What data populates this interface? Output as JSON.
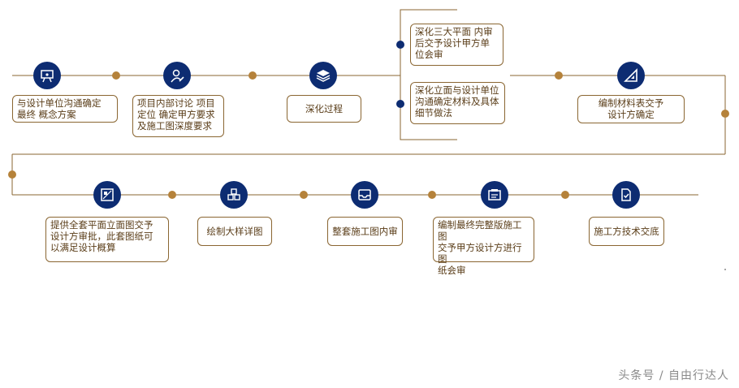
{
  "steps": [
    {
      "id": 1,
      "label": "与设计单位沟通确定\n最终  概念方案",
      "icon": "presentation-board-icon"
    },
    {
      "id": 2,
      "label": "项目内部讨论 项目\n定位 确定甲方要求\n及施工图深度要求",
      "icon": "person-edit-icon"
    },
    {
      "id": 3,
      "label": "深化过程",
      "icon": "layers-icon"
    },
    {
      "id": 4,
      "label": "深化三大平面  内审\n后交予设计甲方单\n位会审"
    },
    {
      "id": 5,
      "label": "深化立面与设计单位\n沟通确定材料及具体\n细节做法"
    },
    {
      "id": 6,
      "label": "编制材料表交予\n设计方确定",
      "icon": "set-square-icon"
    },
    {
      "id": 7,
      "label": "提供全套平面立面图交予\n设计方审批，此套图纸可\n以满足设计概算",
      "icon": "blueprint-icon"
    },
    {
      "id": 8,
      "label": "绘制大样详图",
      "icon": "cubes-icon"
    },
    {
      "id": 9,
      "label": "整套施工图内审",
      "icon": "inbox-tray-icon"
    },
    {
      "id": 10,
      "label": "编制最终完整版施工图\n交予甲方设计方进行图\n纸会审",
      "icon": "document-folder-icon"
    },
    {
      "id": 11,
      "label": "施工方技术交底",
      "icon": "document-check-icon"
    }
  ],
  "watermark": "头条号 / 自由行达人",
  "colors": {
    "line": "#8a6632",
    "dot": "#b5823a",
    "icon_bg": "#0d2c72",
    "text": "#5a3d18"
  }
}
